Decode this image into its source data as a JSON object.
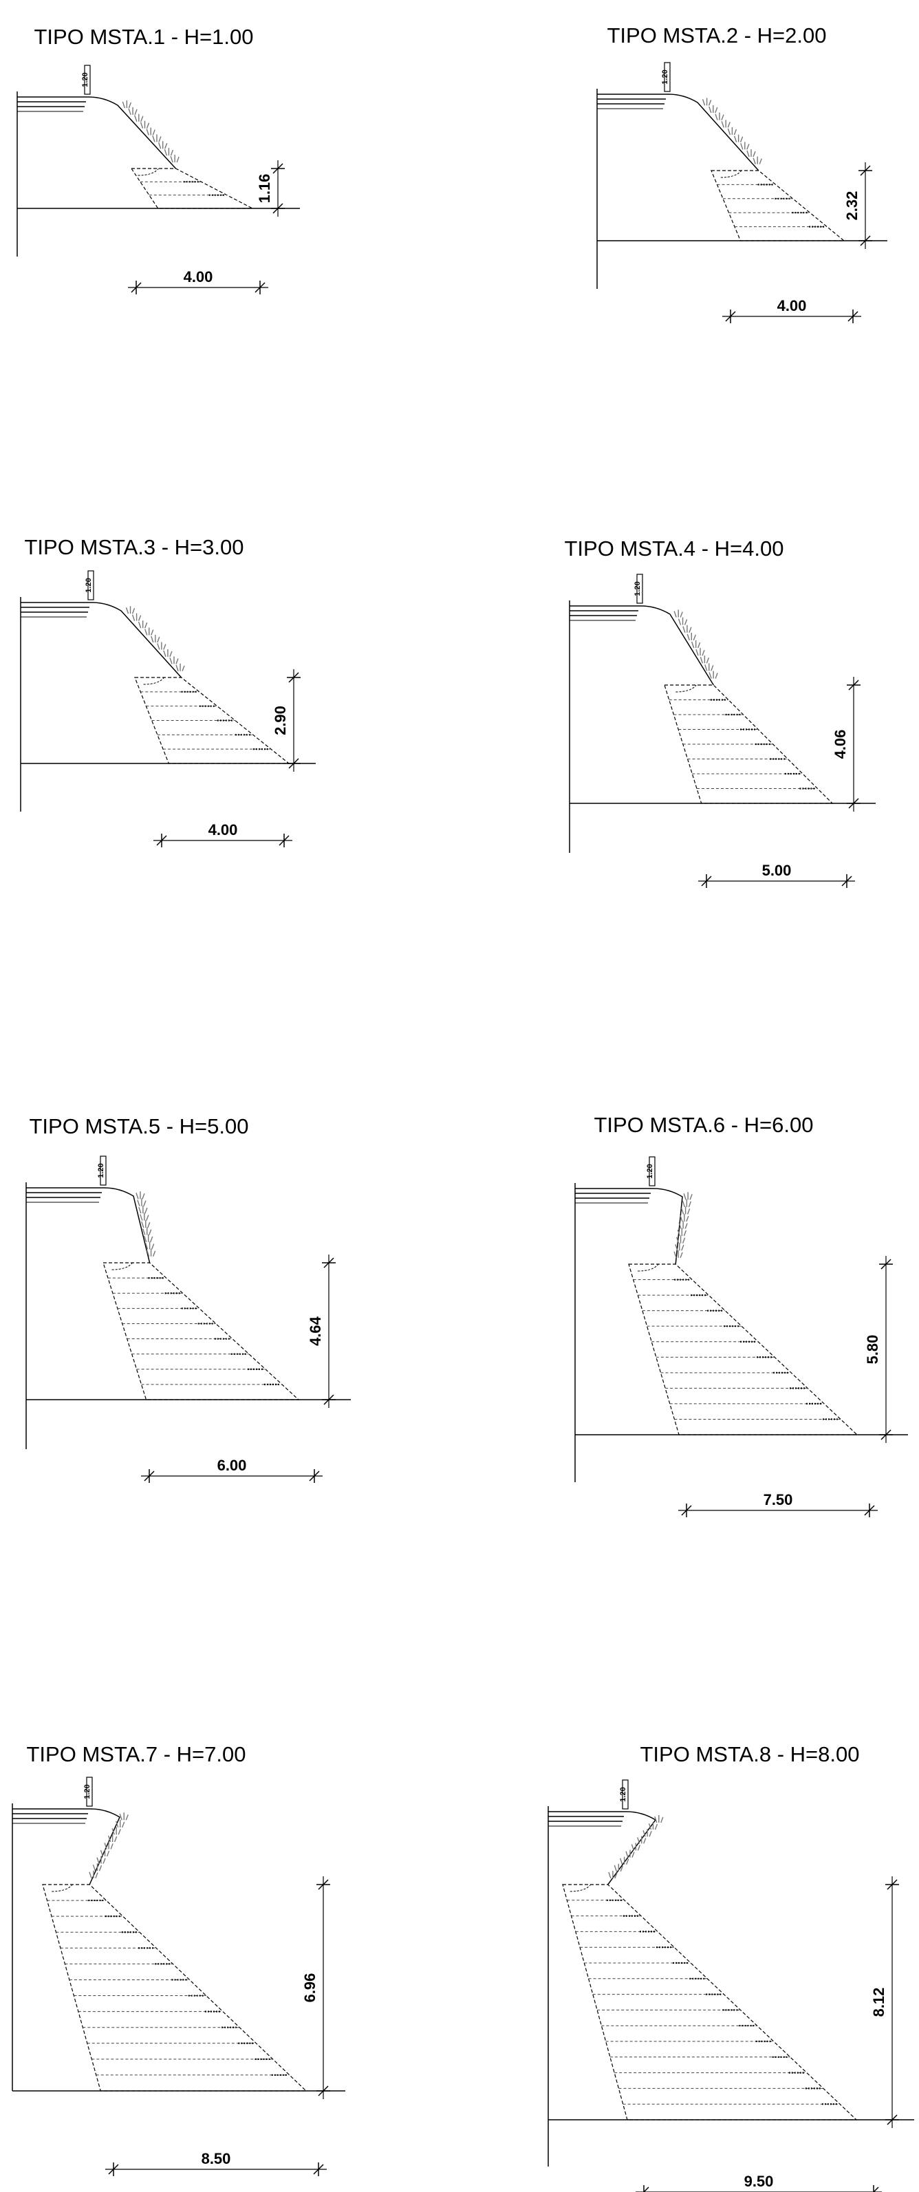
{
  "colors": {
    "line": "#000000",
    "hatch": "#444444",
    "vegetation": "#777777"
  },
  "icons": {
    "road-marker": "road-marker-icon",
    "grass": "grass-icon"
  },
  "sections": [
    {
      "title": "TIPO MSTA.1 - H=1.00",
      "height_label": "1.16",
      "base_label": "4.00",
      "marker": "1.20",
      "layers": 2
    },
    {
      "title": "TIPO MSTA.2 - H=2.00",
      "height_label": "2.32",
      "base_label": "4.00",
      "marker": "1.20",
      "layers": 4
    },
    {
      "title": "TIPO MSTA.3 - H=3.00",
      "height_label": "2.90",
      "base_label": "4.00",
      "marker": "1.20",
      "layers": 5
    },
    {
      "title": "TIPO MSTA.4 - H=4.00",
      "height_label": "4.06",
      "base_label": "5.00",
      "marker": "1.20",
      "layers": 7
    },
    {
      "title": "TIPO MSTA.5 - H=5.00",
      "height_label": "4.64",
      "base_label": "6.00",
      "marker": "1.20",
      "layers": 8
    },
    {
      "title": "TIPO MSTA.6 - H=6.00",
      "height_label": "5.80",
      "base_label": "7.50",
      "marker": "1.20",
      "layers": 10
    },
    {
      "title": "TIPO MSTA.7 - H=7.00",
      "height_label": "6.96",
      "base_label": "8.50",
      "marker": "1.20",
      "layers": 12
    },
    {
      "title": "TIPO MSTA.8 - H=8.00",
      "height_label": "8.12",
      "base_label": "9.50",
      "marker": "1.20",
      "layers": 14
    }
  ]
}
